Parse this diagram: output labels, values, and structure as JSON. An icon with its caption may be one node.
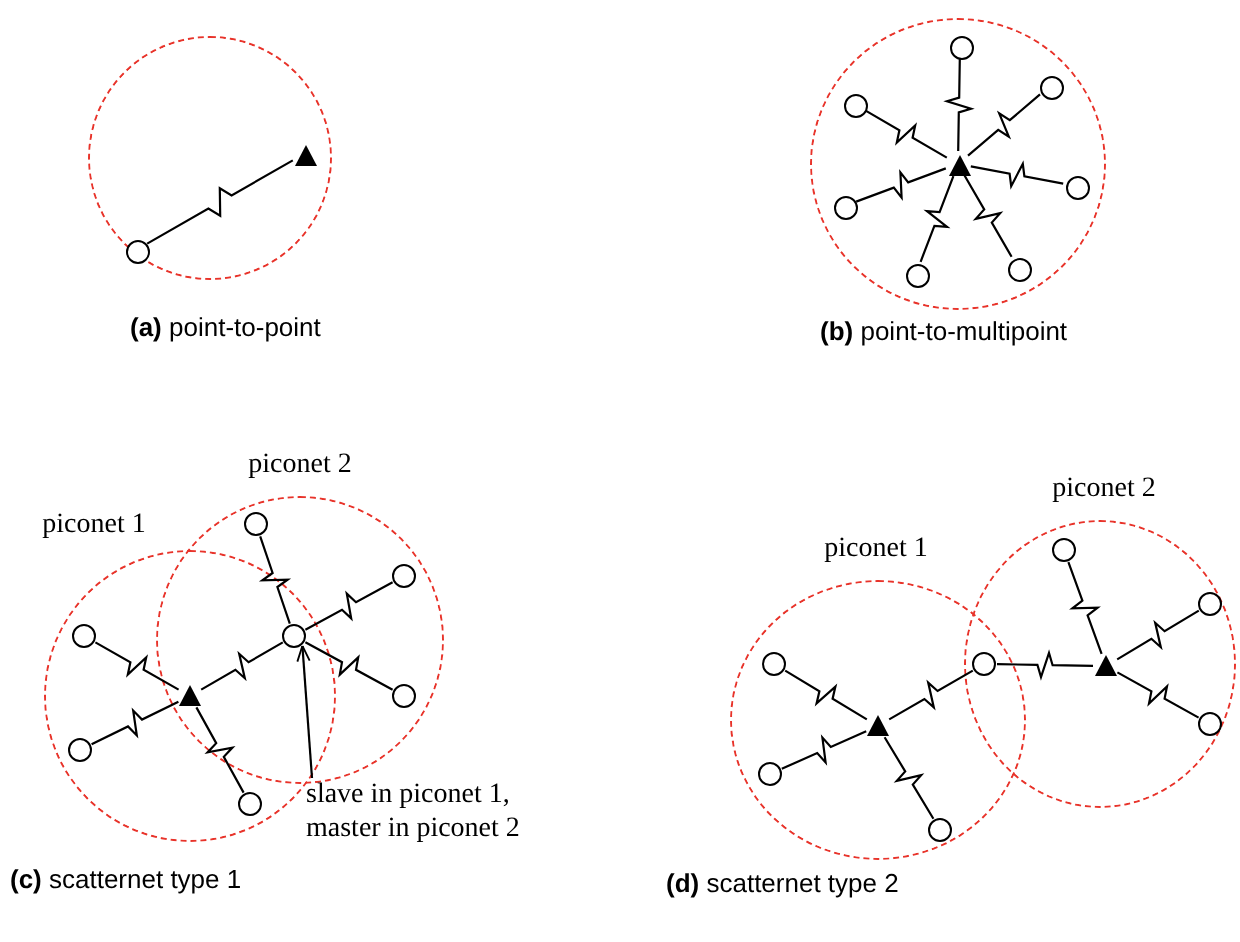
{
  "diagram": {
    "nodes": [
      {
        "text": [],
        "shape": "circle"
      },
      {
        "text": [],
        "shape": "triangle",
        "in": 0
      },
      {
        "text": [],
        "shape": "circle",
        "in": 0
      },
      {
        "text": [],
        "shape": "circle"
      },
      {
        "text": [],
        "shape": "triangle",
        "in": 3
      },
      {
        "text": [],
        "shape": "circle",
        "in": 3
      },
      {
        "text": [],
        "shape": "circle",
        "in": 3
      },
      {
        "text": [],
        "shape": "circle",
        "in": 3
      },
      {
        "text": [],
        "shape": "circle",
        "in": 3
      },
      {
        "text": [],
        "shape": "circle",
        "in": 3
      },
      {
        "text": [],
        "shape": "circle",
        "in": 3
      },
      {
        "text": [],
        "shape": "circle",
        "in": 3
      },
      {
        "text": [
          "piconet 1"
        ]
      },
      {
        "text": [
          "piconet 2"
        ]
      },
      {
        "text": [],
        "shape": "triangle"
      },
      {
        "text": [],
        "shape": "circle",
        "in": 12
      },
      {
        "text": [],
        "shape": "circle",
        "in": 12
      },
      {
        "text": [],
        "shape": "circle",
        "in": 12
      },
      {
        "text": [],
        "shape": "circle"
      },
      {
        "text": [],
        "shape": "circle",
        "in": 13
      },
      {
        "text": [],
        "shape": "circle",
        "in": 13
      },
      {
        "text": [],
        "shape": "circle",
        "in": 13
      },
      {
        "text": [
          "slave in piconet 1, master in piconet 2"
        ]
      },
      {
        "text": [
          "piconet 1"
        ]
      },
      {
        "text": [
          "piconet 2"
        ]
      },
      {
        "text": [],
        "shape": "triangle",
        "in": 23
      },
      {
        "text": [],
        "shape": "circle",
        "in": 23
      },
      {
        "text": [],
        "shape": "circle",
        "in": 23
      },
      {
        "text": [],
        "shape": "circle",
        "in": 23
      },
      {
        "text": [],
        "shape": "circle"
      },
      {
        "text": [],
        "shape": "triangle",
        "in": 24
      },
      {
        "text": [],
        "shape": "circle",
        "in": 24
      },
      {
        "text": [],
        "shape": "circle",
        "in": 24
      },
      {
        "text": [],
        "shape": "circle",
        "in": 24
      }
    ],
    "edges": [
      {
        "from": 1,
        "to": 2,
        "arrow": "none"
      },
      {
        "from": 4,
        "to": 5,
        "arrow": "none"
      },
      {
        "from": 4,
        "to": 6,
        "arrow": "none"
      },
      {
        "from": 4,
        "to": 7,
        "arrow": "none"
      },
      {
        "from": 4,
        "to": 8,
        "arrow": "none"
      },
      {
        "from": 4,
        "to": 9,
        "arrow": "none"
      },
      {
        "from": 4,
        "to": 10,
        "arrow": "none"
      },
      {
        "from": 4,
        "to": 11,
        "arrow": "none"
      },
      {
        "from": 14,
        "to": 15,
        "arrow": "none"
      },
      {
        "from": 14,
        "to": 16,
        "arrow": "none"
      },
      {
        "from": 14,
        "to": 17,
        "arrow": "none"
      },
      {
        "from": 14,
        "to": 18,
        "arrow": "none"
      },
      {
        "from": 18,
        "to": 19,
        "arrow": "none"
      },
      {
        "from": 18,
        "to": 20,
        "arrow": "none"
      },
      {
        "from": 18,
        "to": 21,
        "arrow": "none"
      },
      {
        "from": 22,
        "to": 18,
        "arrow": "to"
      },
      {
        "from": 25,
        "to": 26,
        "arrow": "none"
      },
      {
        "from": 25,
        "to": 27,
        "arrow": "none"
      },
      {
        "from": 25,
        "to": 28,
        "arrow": "none"
      },
      {
        "from": 25,
        "to": 29,
        "arrow": "none"
      },
      {
        "from": 30,
        "to": 29,
        "arrow": "none"
      },
      {
        "from": 30,
        "to": 31,
        "arrow": "none"
      },
      {
        "from": 30,
        "to": 32,
        "arrow": "none"
      },
      {
        "from": 30,
        "to": 33,
        "arrow": "none"
      }
    ],
    "labels": [
      "**(a)** point-to-point",
      "**(b)** point-to-multipoint",
      "**(c)** scatternet type 1",
      "**(d)** scatternet type 2"
    ]
  }
}
